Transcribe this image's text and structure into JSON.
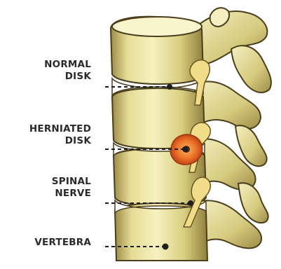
{
  "labels": {
    "normal_disk": [
      "NORMAL",
      "DISK"
    ],
    "herniated_disk": [
      "HERNIATED",
      "DISK"
    ],
    "spinal_nerve": [
      "SPINAL",
      "NERVE"
    ],
    "vertebra": [
      "VERTEBRA"
    ]
  },
  "colors": {
    "bone_light": "#f4efb8",
    "bone_mid": "#d8cd7c",
    "bone_shadow": "#9a8a42",
    "outline": "#4a3e1c",
    "disk": "#ffffff",
    "herniation": "#e9641e",
    "herniation_core": "#f3a25a",
    "text": "#2a2a2a"
  }
}
